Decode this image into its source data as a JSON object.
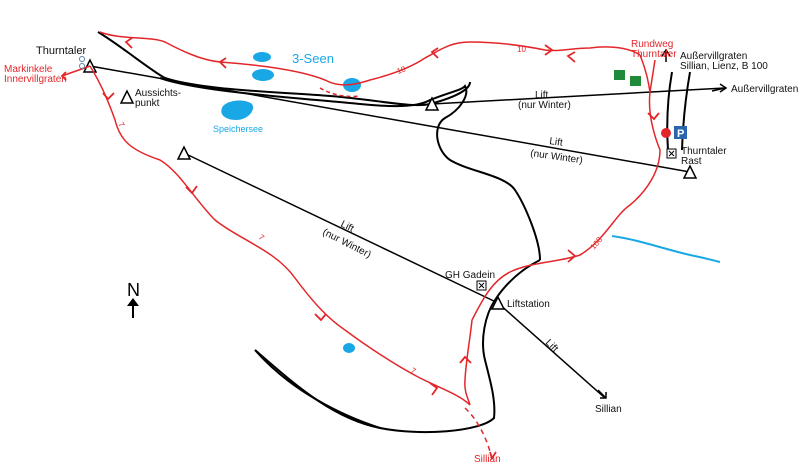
{
  "labels": {
    "thurntaler": "Thurntaler",
    "markinkele_1": "Markinkele",
    "markinkele_2": "Innervillgraten",
    "aussichtspunkt_1": "Aussichts-",
    "aussichtspunkt_2": "punkt",
    "speichersee": "Speichersee",
    "drei_seen": "3-Seen",
    "rundweg_1": "Rundweg",
    "rundweg_2": "Thurntaler",
    "ausservillgraten_top_1": "Außervillgraten",
    "ausservillgraten_top_2": "Sillian, Lienz, B 100",
    "ausservillgraten_right": "Außervillgraten",
    "thurntaler_rast_1": "Thurntaler",
    "thurntaler_rast_2": "Rast",
    "gh_gadein": "GH Gadein",
    "liftstation": "Liftstation",
    "sillian_black": "Sillian",
    "sillian_red": "Sillian",
    "north": "N",
    "parking": "P"
  },
  "lifts": [
    {
      "label_1": "Lift",
      "label_2": "(nur Winter)"
    },
    {
      "label_1": "Lift",
      "label_2": "(nur Winter)"
    },
    {
      "label_1": "Lift",
      "label_2": "(nur Winter)"
    },
    {
      "label_1": "Lift",
      "label_2": ""
    }
  ],
  "trail_numbers": {
    "t10_a": "10",
    "t10_b": "10",
    "t7_a": "7",
    "t7_b": "7",
    "t7_c": "7",
    "t108": "108"
  },
  "colors": {
    "trail": "#e3262a",
    "road": "#000000",
    "water": "#1aa7e6",
    "parking_bg": "#2a66b0",
    "hut_green": "#1f8a3a"
  },
  "icons": [
    "north-arrow-icon",
    "parking-icon",
    "restaurant-icon",
    "hut-icon",
    "lift-station-icon",
    "start-point-icon"
  ]
}
